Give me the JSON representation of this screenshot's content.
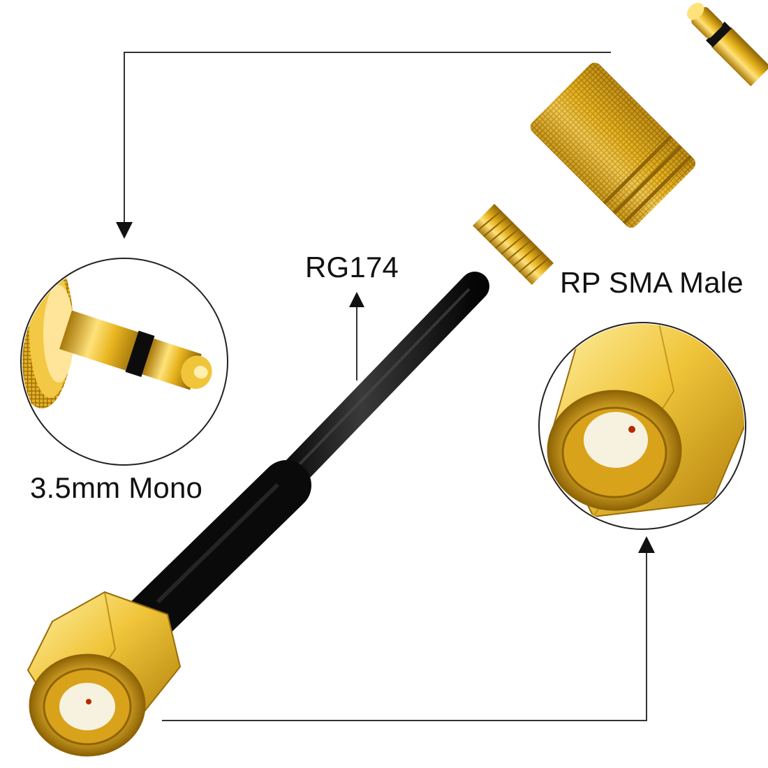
{
  "labels": {
    "cable": "RG174",
    "connector_right": "RP SMA Male",
    "connector_left": "3.5mm Mono"
  },
  "colors": {
    "background": "#ffffff",
    "gold_light": "#ffe27a",
    "gold_mid": "#e8b51f",
    "gold_dark": "#a8780a",
    "cable_black": "#111111",
    "arrow_line": "#333333"
  },
  "icons": {
    "arrow": "arrow-head",
    "jack_plug": "3.5mm-mono-plug",
    "sma_connector": "rp-sma-male-connector"
  }
}
